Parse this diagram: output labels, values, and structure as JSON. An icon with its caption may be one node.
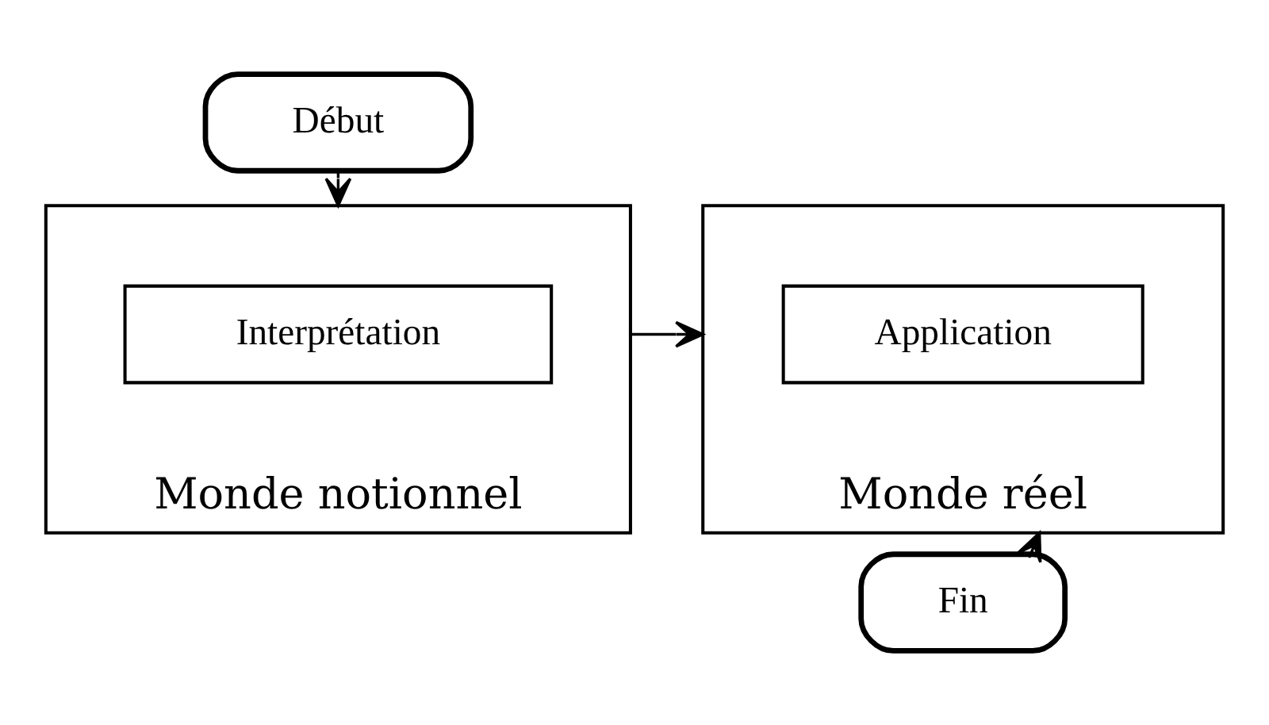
{
  "diagram": {
    "nodes": [
      {
        "text": [
          "Début"
        ]
      },
      {
        "text": [
          "Monde notionnel"
        ]
      },
      {
        "text": [
          "Interprétation"
        ],
        "in": 1
      },
      {
        "text": [
          "Monde réel"
        ]
      },
      {
        "text": [
          "Application"
        ],
        "in": 3
      },
      {
        "text": [
          "Fin"
        ]
      }
    ],
    "edges": [
      {
        "from": 0,
        "to": 1,
        "arrow": "to"
      },
      {
        "from": 1,
        "to": 3,
        "arrow": "to"
      },
      {
        "from": 5,
        "to": 3,
        "arrow": "to"
      }
    ]
  }
}
